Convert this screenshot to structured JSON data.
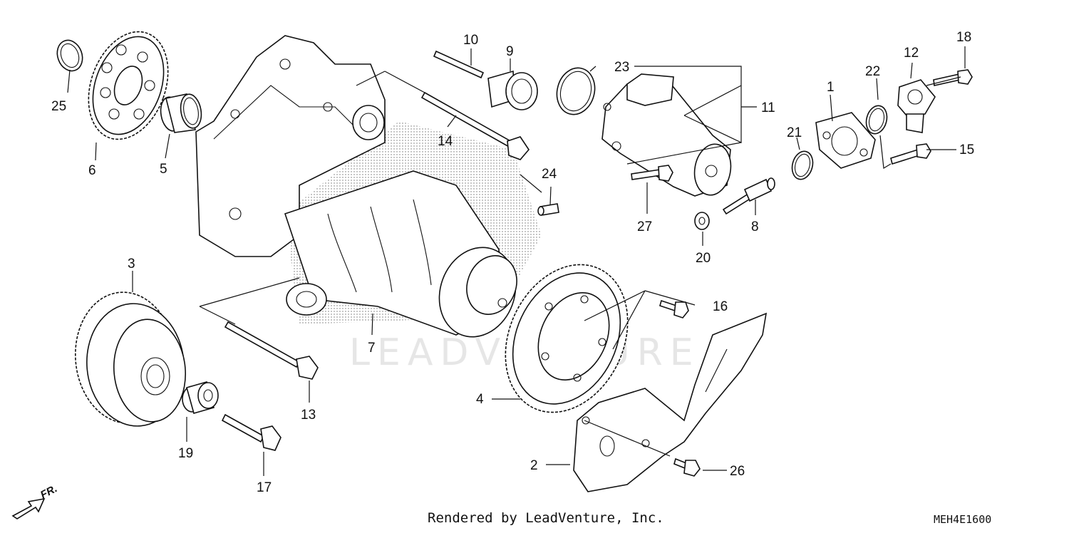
{
  "watermark": "LEADVENTURE",
  "direction_label": "FR.",
  "footer": {
    "credit": "Rendered by LeadVenture, Inc.",
    "diagram_code": "MEH4E1600"
  },
  "callouts": {
    "c1": "1",
    "c2": "2",
    "c3": "3",
    "c4": "4",
    "c5": "5",
    "c6": "6",
    "c7": "7",
    "c8": "8",
    "c9": "9",
    "c10": "10",
    "c11": "11",
    "c12": "12",
    "c13": "13",
    "c14": "14",
    "c15": "15",
    "c16": "16",
    "c17": "17",
    "c18": "18",
    "c19": "19",
    "c20": "20",
    "c21": "21",
    "c22": "22",
    "c23": "23",
    "c24": "24",
    "c25": "25",
    "c26": "26",
    "c27": "27"
  }
}
